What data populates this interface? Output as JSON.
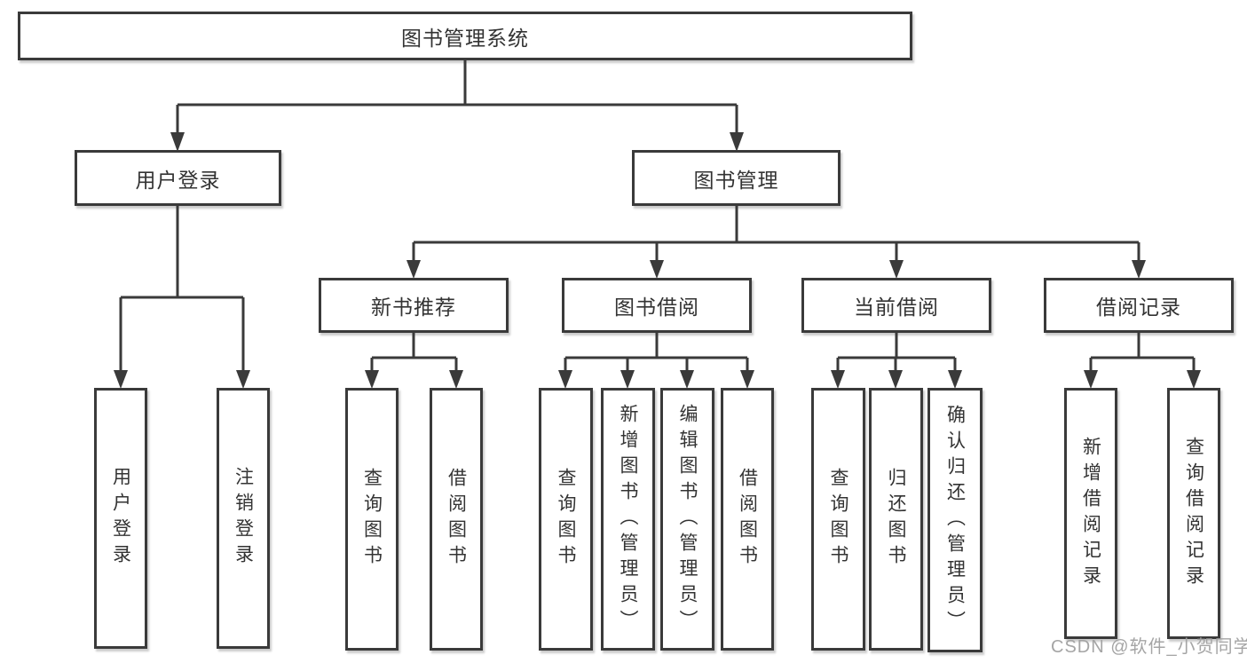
{
  "diagram": {
    "root": {
      "label": "图书管理系统"
    },
    "level2": [
      {
        "label": "用户登录"
      },
      {
        "label": "图书管理"
      }
    ],
    "level3": [
      {
        "label": "新书推荐"
      },
      {
        "label": "图书借阅"
      },
      {
        "label": "当前借阅"
      },
      {
        "label": "借阅记录"
      }
    ],
    "leaves": {
      "user_login": [
        {
          "label": "用户登录"
        },
        {
          "label": "注销登录"
        }
      ],
      "new_book": [
        {
          "label": "查询图书"
        },
        {
          "label": "借阅图书"
        }
      ],
      "book_borrow": [
        {
          "label": "查询图书"
        },
        {
          "label": "新增图书（管理员）"
        },
        {
          "label": "编辑图书（管理员）"
        },
        {
          "label": "借阅图书"
        }
      ],
      "current_borrow": [
        {
          "label": "查询图书"
        },
        {
          "label": "归还图书"
        },
        {
          "label": "确认归还（管理员）"
        }
      ],
      "borrow_record": [
        {
          "label": "新增借阅记录"
        },
        {
          "label": "查询借阅记录"
        }
      ]
    },
    "watermark": "CSDN @软件_小贺同学",
    "colors": {
      "line": "#3a3a3a",
      "text": "#333333",
      "watermark": "#a0a0a0",
      "background": "#ffffff"
    }
  }
}
